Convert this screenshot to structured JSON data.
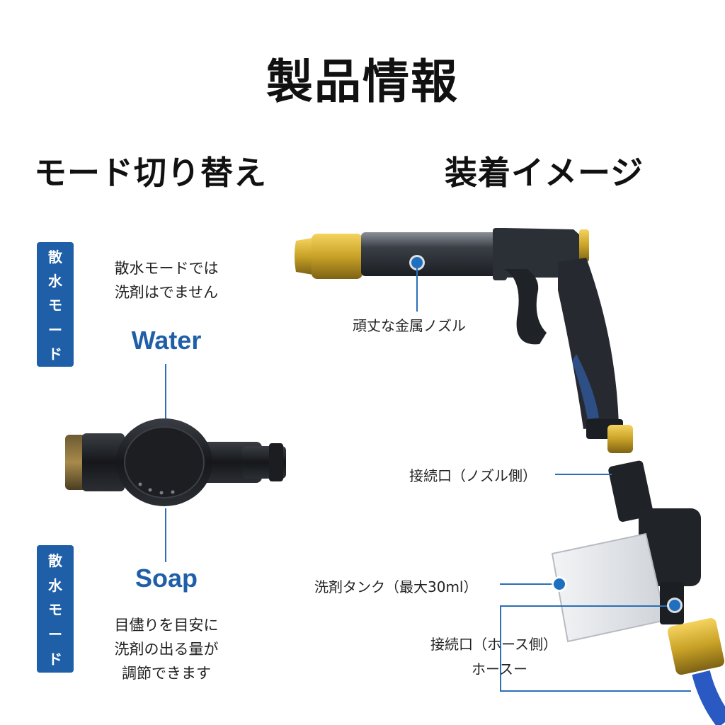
{
  "title": "製品情報",
  "left": {
    "heading": "モード切り替え",
    "water_badge": [
      "散",
      "水",
      "モ",
      "ー",
      "ド"
    ],
    "water_desc": [
      "散水モードでは",
      "洗剤はでません"
    ],
    "water_label": "Water",
    "soap_label": "Soap",
    "soap_badge": [
      "散",
      "水",
      "モ",
      "ー",
      "ド"
    ],
    "soap_desc": [
      "目儘りを目安に",
      "洗剤の出る量が",
      "調節できます"
    ]
  },
  "right": {
    "heading": "装着イメージ",
    "callouts": {
      "nozzle": "頑丈な金属ノズル",
      "connector_nozzle": "接続口（ノズル側）",
      "tank": "洗剤タンク（最大30ml）",
      "connector_hose": "接続口（ホース側）",
      "hose": "ホースー"
    }
  },
  "colors": {
    "accent": "#1f5fa8",
    "brass": "#c9a227",
    "gun_body": "#2b2f36"
  }
}
